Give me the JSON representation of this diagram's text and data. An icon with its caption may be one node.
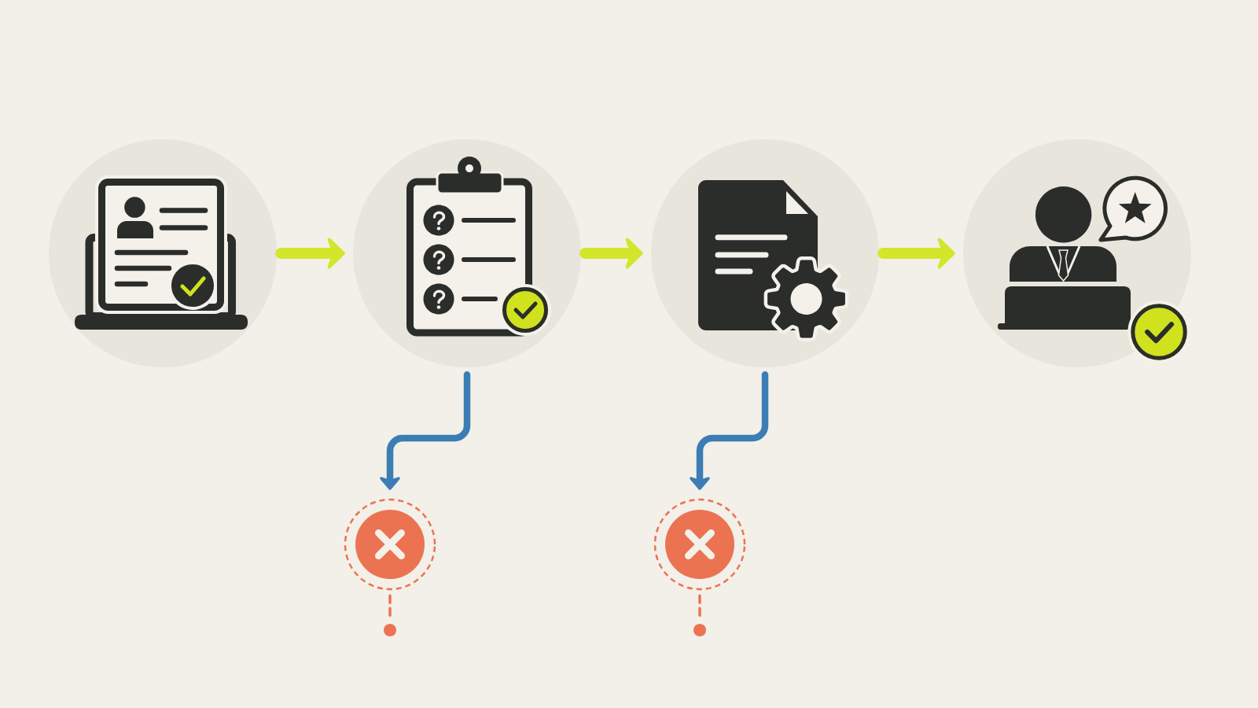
{
  "diagram": {
    "nodes": [
      {
        "text": [],
        "shape": "picture"
      },
      {
        "text": [],
        "shape": "picture"
      },
      {
        "text": [],
        "shape": "picture"
      },
      {
        "text": [],
        "shape": "picture"
      },
      {
        "text": [],
        "shape": "circle"
      },
      {
        "text": [],
        "shape": "circle"
      },
      {
        "text": [],
        "shape": "circle"
      },
      {
        "text": [],
        "shape": "circle"
      }
    ],
    "edges": [
      {
        "from": 0,
        "to": 1,
        "arrow": "to"
      },
      {
        "from": 1,
        "to": 2,
        "arrow": "to"
      },
      {
        "from": 2,
        "to": 3,
        "arrow": "to"
      },
      {
        "from": 1,
        "to": 4,
        "arrow": "to",
        "color": "#3c7db5"
      },
      {
        "from": 2,
        "to": 5,
        "arrow": "to",
        "color": "#3c7db5"
      },
      {
        "from": 4,
        "to": 6,
        "arrow": "none",
        "style": "dashed",
        "color": "#eb7352"
      },
      {
        "from": 5,
        "to": 7,
        "arrow": "none",
        "style": "dashed",
        "color": "#eb7352"
      }
    ]
  }
}
